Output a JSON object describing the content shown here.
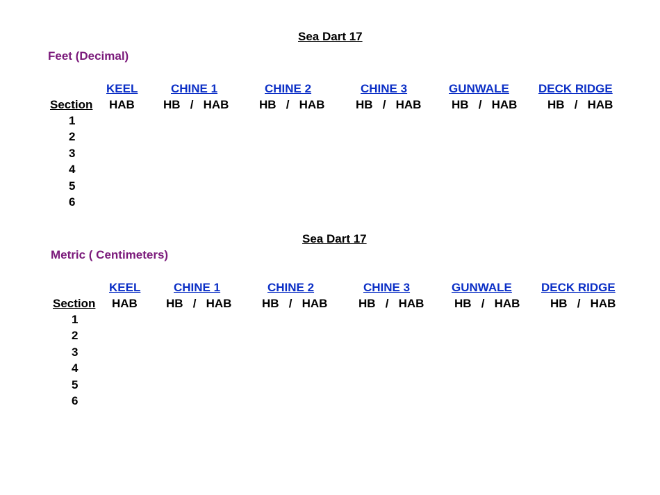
{
  "tables": [
    {
      "title": "Sea Dart 17",
      "unit_label": "Feet (Decimal)",
      "columns": [
        "KEEL",
        "CHINE 1",
        "CHINE 2",
        "CHINE 3",
        "GUNWALE",
        "DECK RIDGE"
      ],
      "section_label": "Section",
      "subheaders": [
        "HAB",
        "HB   /   HAB",
        "HB   /   HAB",
        "HB   /   HAB",
        "HB   /   HAB",
        "HB   /   HAB"
      ],
      "rows": [
        "1",
        "2",
        "3",
        "4",
        "5",
        "6"
      ]
    },
    {
      "title": "Sea Dart 17",
      "unit_label": "Metric ( Centimeters)",
      "columns": [
        "KEEL",
        "CHINE 1",
        "CHINE 2",
        "CHINE 3",
        "GUNWALE",
        "DECK RIDGE"
      ],
      "section_label": "Section",
      "subheaders": [
        "HAB",
        "HB   /   HAB",
        "HB   /   HAB",
        "HB   /   HAB",
        "HB   /   HAB",
        "HB   /   HAB"
      ],
      "rows": [
        "1",
        "2",
        "3",
        "4",
        "5",
        "6"
      ]
    }
  ]
}
